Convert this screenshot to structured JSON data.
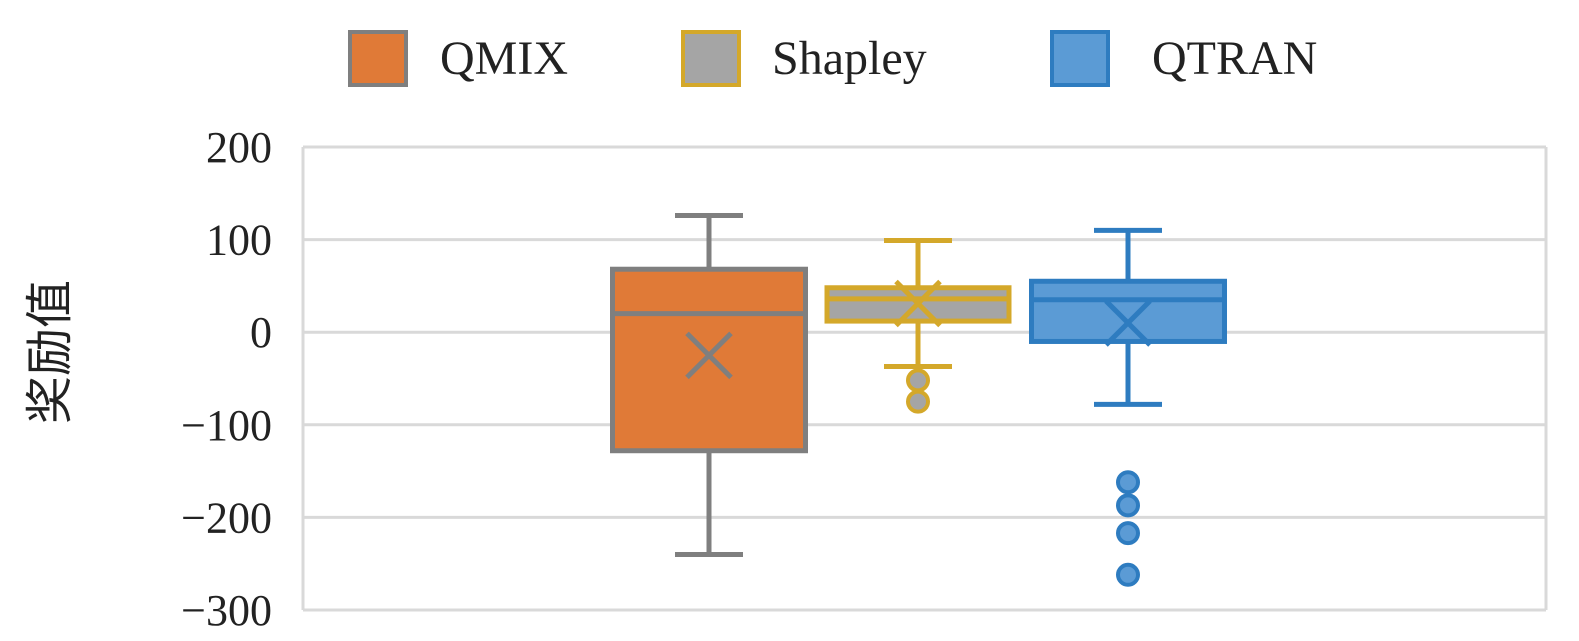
{
  "chart_data": {
    "type": "box",
    "ylabel": "奖励值",
    "ylim": [
      -300,
      200
    ],
    "yticks": [
      {
        "value": 200,
        "label": "200"
      },
      {
        "value": 100,
        "label": "100"
      },
      {
        "value": 0,
        "label": "0"
      },
      {
        "value": -100,
        "label": "−100"
      },
      {
        "value": -200,
        "label": "−200"
      },
      {
        "value": -300,
        "label": "−300"
      }
    ],
    "grid": true,
    "legend": "top",
    "series": [
      {
        "name": "QMIX",
        "fill": "#E07A37",
        "stroke": "#7F7F7F",
        "whisker_low": -240,
        "q1": -128,
        "median": 20,
        "q3": 68,
        "whisker_high": 126,
        "mean": -25,
        "outliers": []
      },
      {
        "name": "Shapley",
        "fill": "#A5A5A5",
        "stroke": "#D4A82A",
        "whisker_low": -37,
        "q1": 12,
        "median": 36,
        "q3": 48,
        "whisker_high": 99,
        "mean": 31,
        "outliers": [
          -52,
          -75
        ]
      },
      {
        "name": "QTRAN",
        "fill": "#5B9BD5",
        "stroke": "#2E7CC0",
        "whisker_low": -78,
        "q1": -10,
        "median": 35,
        "q3": 55,
        "whisker_high": 110,
        "mean": 10,
        "outliers": [
          -162,
          -187,
          -217,
          -262
        ]
      }
    ]
  }
}
